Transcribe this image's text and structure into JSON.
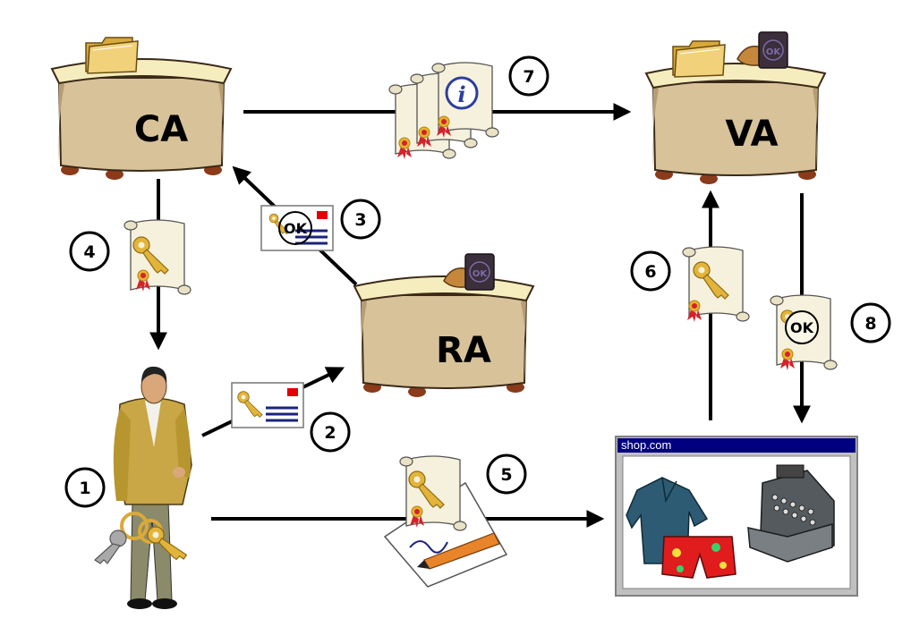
{
  "nodes": {
    "ca": {
      "label": "CA"
    },
    "ra": {
      "label": "RA"
    },
    "va": {
      "label": "VA"
    }
  },
  "steps": [
    "1",
    "2",
    "3",
    "4",
    "5",
    "6",
    "7",
    "8"
  ],
  "ok_marks": {
    "stamp": "OK",
    "request_card": "OK",
    "validation": "OK"
  },
  "shop": {
    "title": "shop.com"
  },
  "icons": [
    "folder-icon",
    "stamp-icon",
    "certificate-icon",
    "key-icon",
    "info-icon",
    "person-icon",
    "cash-register-icon",
    "shirt-icon",
    "shorts-icon",
    "pencil-icon"
  ],
  "colors": {
    "desk_body": "#d8c29a",
    "desk_top": "#f5edbd",
    "desk_foot": "#8b3a1a",
    "arrow": "#000000",
    "scroll": "#f6f1dc",
    "seal": "#d4222a",
    "key": "#e3b43a",
    "shop_titlebar": "#000080",
    "suit": "#c9a646"
  }
}
